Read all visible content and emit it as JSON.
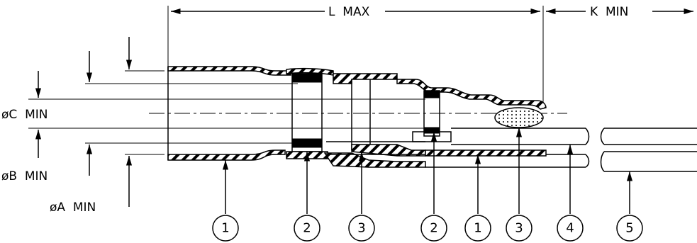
{
  "dimensions": {
    "length_label": "L  MAX",
    "k_label": "K  MIN",
    "dia_c_label": "øC  MIN",
    "dia_b_label": "øB  MIN",
    "dia_a_label": "øA  MIN"
  },
  "callouts": [
    "1",
    "2",
    "3",
    "2",
    "1",
    "3",
    "4",
    "5"
  ]
}
